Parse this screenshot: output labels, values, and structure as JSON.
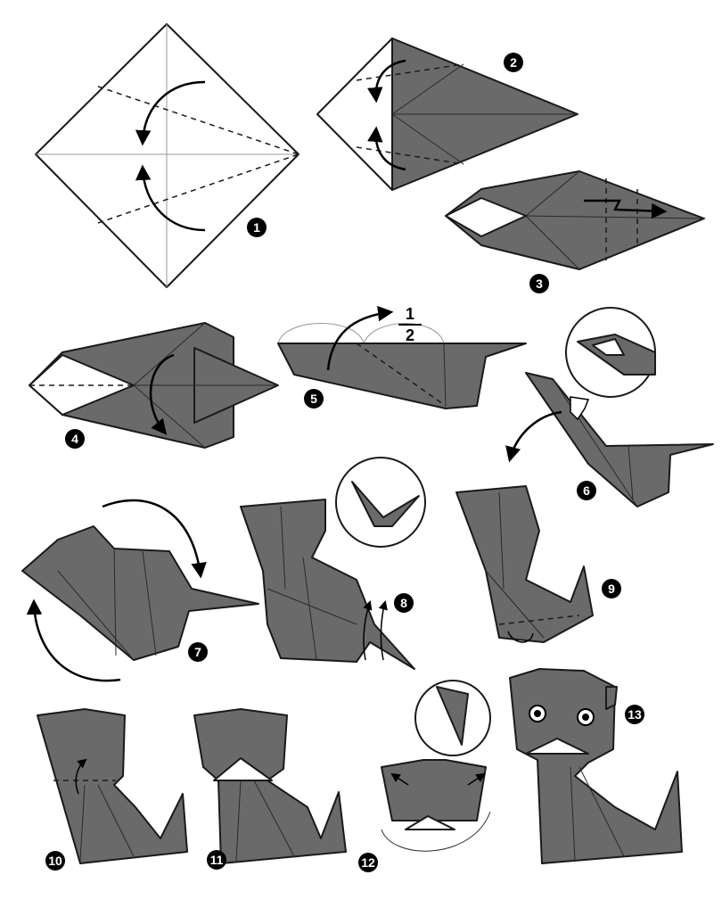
{
  "steps": [
    "1",
    "2",
    "3",
    "4",
    "5",
    "6",
    "7",
    "8",
    "9",
    "10",
    "11",
    "12",
    "13"
  ],
  "fraction": {
    "numerator": "1",
    "denominator": "2"
  },
  "colors": {
    "paper": "#6a6a6a",
    "outline": "#1a1a1a",
    "background": "#ffffff"
  }
}
